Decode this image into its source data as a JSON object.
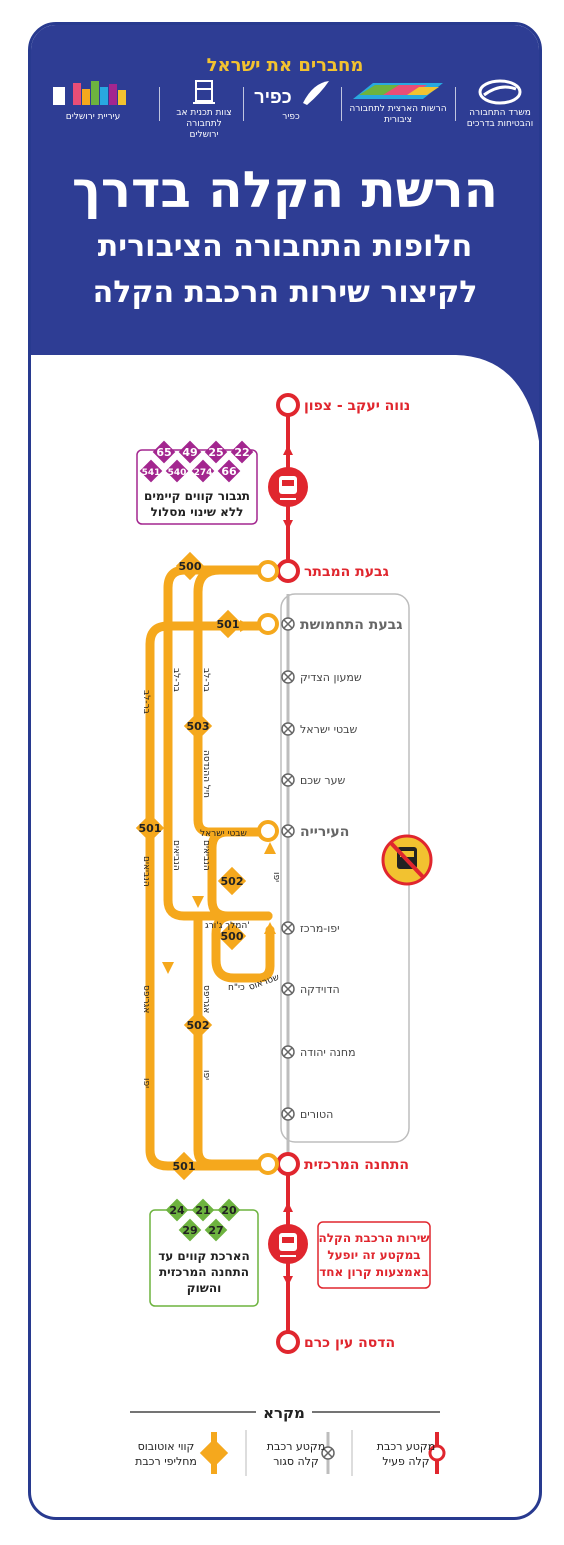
{
  "header": {
    "tagline": "מחברים את ישראל",
    "logos": [
      {
        "name": "משרד התחבורה והבטיחות בדרכים"
      },
      {
        "name": "הרשות הארצית לתחבורה ציבורית"
      },
      {
        "name": "כפיר"
      },
      {
        "name": "צוות תכנית אב לתחבורה ירושלים"
      },
      {
        "name": "עיריית ירושלים"
      }
    ],
    "title": "הרשת הקלה בדרך",
    "subtitle_line1": "חלופות התחבורה הציבורית",
    "subtitle_line2": "לקיצור שירות הרכבת הקלה"
  },
  "stations": {
    "active": [
      {
        "name": "נווה יעקב - צפון"
      },
      {
        "name": "גבעת המבתר"
      },
      {
        "name": "התחנה המרכזית"
      },
      {
        "name": "הדסה עין כרם"
      }
    ],
    "closed": [
      {
        "name": "גבעת התחמושת"
      },
      {
        "name": "שמעון הצדיק"
      },
      {
        "name": "שבטי ישראל"
      },
      {
        "name": "שער שכם"
      },
      {
        "name": "העירייה"
      },
      {
        "name": "יפו-מרכז"
      },
      {
        "name": "הדוידקה"
      },
      {
        "name": "מחנה יהודה"
      },
      {
        "name": "הטורים"
      }
    ]
  },
  "bus_routes": [
    "500",
    "501",
    "503",
    "501",
    "502",
    "500",
    "502",
    "501"
  ],
  "streets": [
    "בר-לב",
    "בר-לב",
    "בר-לב",
    "חיל ההנדסה",
    "שבטי ישראל",
    "הנביאים",
    "הנביאים",
    "הנביאים",
    "המלך ג'ורג'",
    "אגריפס",
    "אגריפס",
    "כי\"ח",
    "שטראוס",
    "יפו",
    "יפו",
    "יפו"
  ],
  "north_box": {
    "routes_top": [
      "22",
      "25",
      "49",
      "65"
    ],
    "routes_bottom": [
      "66",
      "274",
      "540",
      "541"
    ],
    "text_line1": "תגבור קווים קיימים",
    "text_line2": "ללא שינוי מסלול",
    "color": "#a3268f"
  },
  "south_box": {
    "routes_top": [
      "20",
      "21",
      "24"
    ],
    "routes_bottom": [
      "27",
      "29"
    ],
    "text_line1": "הארכת קווים עד",
    "text_line2": "התחנה המרכזית",
    "text_line3": "והשוק",
    "color": "#6db33f"
  },
  "one_car_note": {
    "line1": "שירות הרכבת הקלה",
    "line2": "במקטע זה יופעל",
    "line3": "באמצעות קרון אחד"
  },
  "legend": {
    "title": "מקרא",
    "items": [
      {
        "label1": "מקטע רכבת",
        "label2": "קלה פעיל",
        "icon": "active-segment-icon"
      },
      {
        "label1": "מקטע רכבת",
        "label2": "קלה סגור",
        "icon": "closed-segment-icon"
      },
      {
        "label1": "קווי אוטובוס",
        "label2": "מחליפי רכבת",
        "icon": "bus-route-icon"
      }
    ]
  },
  "colors": {
    "header_blue": "#2e3d94",
    "tram_red": "#e0262e",
    "bus_orange": "#f5a81d",
    "closed_gray": "#9a9a9a",
    "accent_yellow": "#f2c230"
  }
}
